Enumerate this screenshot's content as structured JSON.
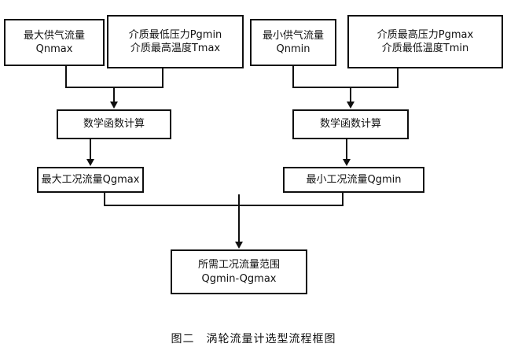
{
  "figure": {
    "caption": "图二　涡轮流量计选型流程框图",
    "background_color": "#ffffff",
    "line_color": "#0f0f0f",
    "text_color": "#111111"
  },
  "nodes": {
    "max_supply_flow": {
      "line1": "最大供气流量",
      "line2": "Qnmax"
    },
    "min_pressure_max_temp": {
      "line1": "介质最低压力Pgmin",
      "line2": "介质最高温度Tmax"
    },
    "min_supply_flow": {
      "line1": "最小供气流量",
      "line2": "Qnmin"
    },
    "max_pressure_min_temp": {
      "line1": "介质最高压力Pgmax",
      "line2": "介质最低温度Tmin"
    },
    "math_calc_left": {
      "line1": "数学函数计算"
    },
    "math_calc_right": {
      "line1": "数学函数计算"
    },
    "qgmax": {
      "line1": "最大工况流量Qgmax"
    },
    "qgmin": {
      "line1": "最小工况流量Qgmin"
    },
    "result_range": {
      "line1": "所需工况流量范围",
      "line2": "Qgmin-Qgmax"
    }
  }
}
